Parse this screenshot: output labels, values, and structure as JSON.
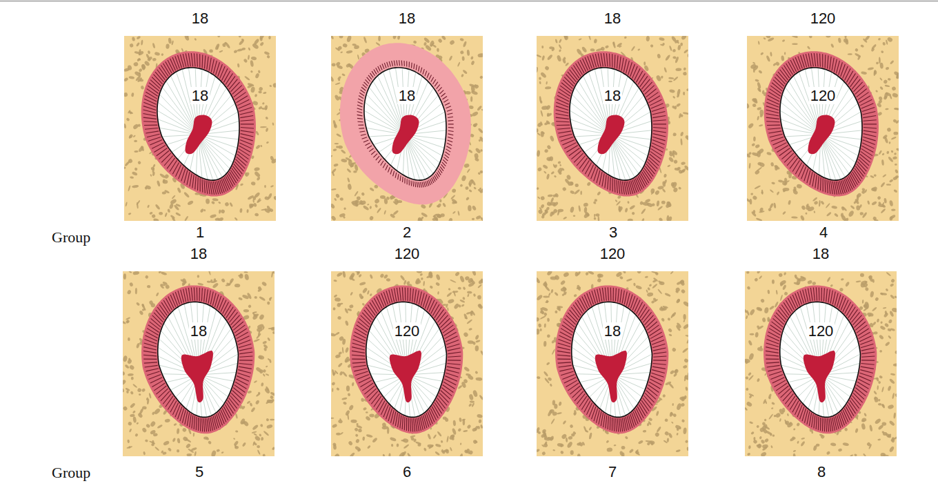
{
  "diagram": {
    "nodes": [
      {
        "text": [
          "18"
        ]
      },
      {
        "text": [
          "18"
        ],
        "in": 0
      },
      {
        "text": [
          "18"
        ]
      },
      {
        "text": [
          "18"
        ],
        "in": 2
      },
      {
        "text": [
          "18"
        ]
      },
      {
        "text": [
          "18"
        ],
        "in": 4
      },
      {
        "text": [
          "120"
        ]
      },
      {
        "text": [
          "120"
        ],
        "in": 6
      },
      {
        "text": [
          "18"
        ]
      },
      {
        "text": [
          "18"
        ],
        "in": 8
      },
      {
        "text": [
          "120"
        ]
      },
      {
        "text": [
          "120"
        ],
        "in": 10
      },
      {
        "text": [
          "120"
        ]
      },
      {
        "text": [
          "18"
        ],
        "in": 12
      },
      {
        "text": [
          "18"
        ]
      },
      {
        "text": [
          "120"
        ],
        "in": 14
      }
    ],
    "labels": [
      "Group",
      "1",
      "2",
      "3",
      "4",
      "Group",
      "5",
      "6",
      "7",
      "8"
    ]
  }
}
